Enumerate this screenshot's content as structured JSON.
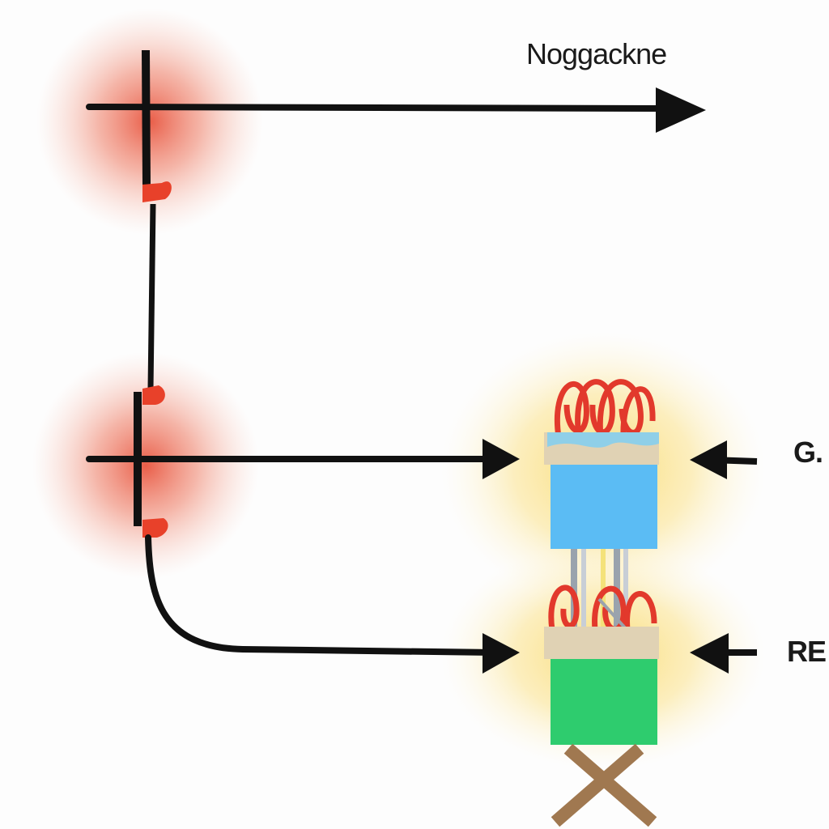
{
  "labels": {
    "top": "Noɡgackne",
    "middle": "G.",
    "bottom": "RE"
  },
  "colors": {
    "background": "#fdfdfd",
    "line": "#111111",
    "red_glow": "#e8553f",
    "yellow_glow": "#f9d65a",
    "coil": "#e2392c",
    "blue_block": "#5bbcf4",
    "green_block": "#2ecc6e",
    "beige_cap": "#e0d2b4",
    "wood_stand": "#a07850",
    "connector": "#e8412a"
  },
  "icons": {
    "arrow": "arrow-right-icon",
    "arrow_in": "arrow-left-icon",
    "coil": "coil-icon",
    "stand": "cross-stand-icon"
  }
}
